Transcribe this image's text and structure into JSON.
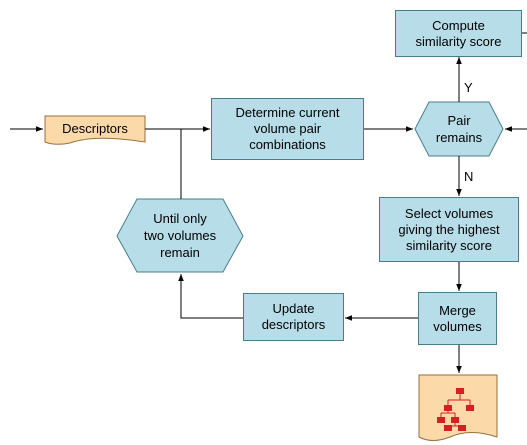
{
  "nodes": {
    "descriptors_input": "Descriptors",
    "determine_pairs": "Determine current\nvolume pair\ncombinations",
    "pair_remains": "Pair\nremains",
    "compute_similarity": "Compute\nsimilarity score",
    "select_volumes": "Select volumes\ngiving the highest\nsimilarity score",
    "merge_volumes": "Merge\nvolumes",
    "update_descriptors": "Update\ndescriptors",
    "until_two_remain": "Until only\ntwo volumes\nremain"
  },
  "edge_labels": {
    "yes": "Y",
    "no": "N"
  },
  "output_document": {
    "icon": "hierarchy-tree-icon",
    "colors": {
      "fill": "#fcd9a8",
      "stroke": "#9a7040",
      "tree": "#d42020"
    }
  },
  "colors": {
    "process_fill": "#b7dde8",
    "process_stroke": "#4a7d8c",
    "input_fill": "#fcd9a8",
    "arrow": "#000000"
  }
}
